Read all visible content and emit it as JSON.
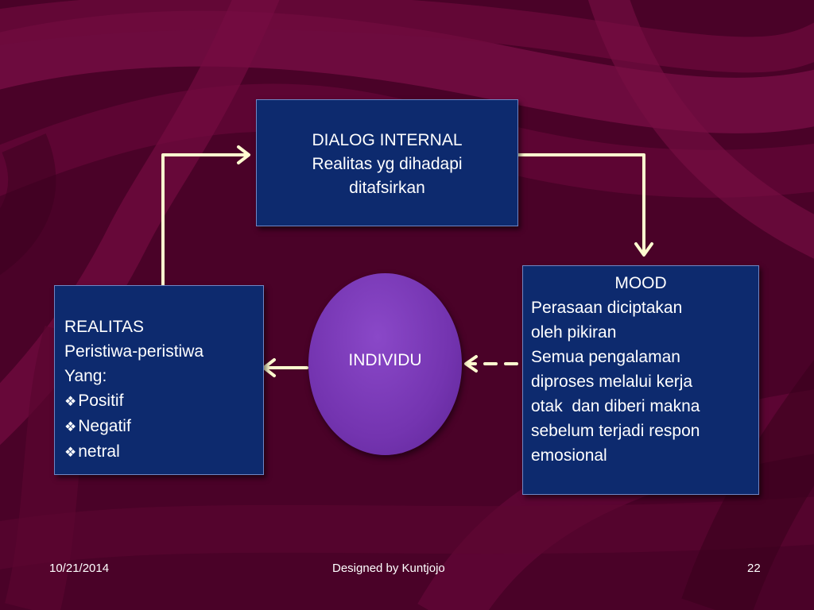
{
  "slide": {
    "colors": {
      "background": "#4a0228",
      "box_fill": "#0d2a6e",
      "circle_fill": "#7434b0",
      "arrow": "#fffbd0",
      "text": "#ffffff"
    },
    "dialog_box": {
      "lines": [
        "DIALOG INTERNAL",
        "Realitas yg dihadapi",
        "ditafsirkan"
      ]
    },
    "realitas_box": {
      "title": "REALITAS",
      "lines": [
        "Peristiwa-peristiwa",
        "Yang:"
      ],
      "bullets": [
        "Positif",
        "Negatif",
        "netral"
      ],
      "bullet_icon": "diamond-bullet-icon"
    },
    "mood_box": {
      "title": "MOOD",
      "lines": [
        "Perasaan diciptakan",
        "oleh pikiran",
        "Semua pengalaman",
        "diproses melalui kerja",
        "otak  dan diberi makna",
        "sebelum terjadi respon",
        "emosional"
      ]
    },
    "individu": {
      "label": "INDIVIDU"
    },
    "footer": {
      "date": "10/21/2014",
      "credit": "Designed by Kuntjojo",
      "page": "22"
    }
  }
}
